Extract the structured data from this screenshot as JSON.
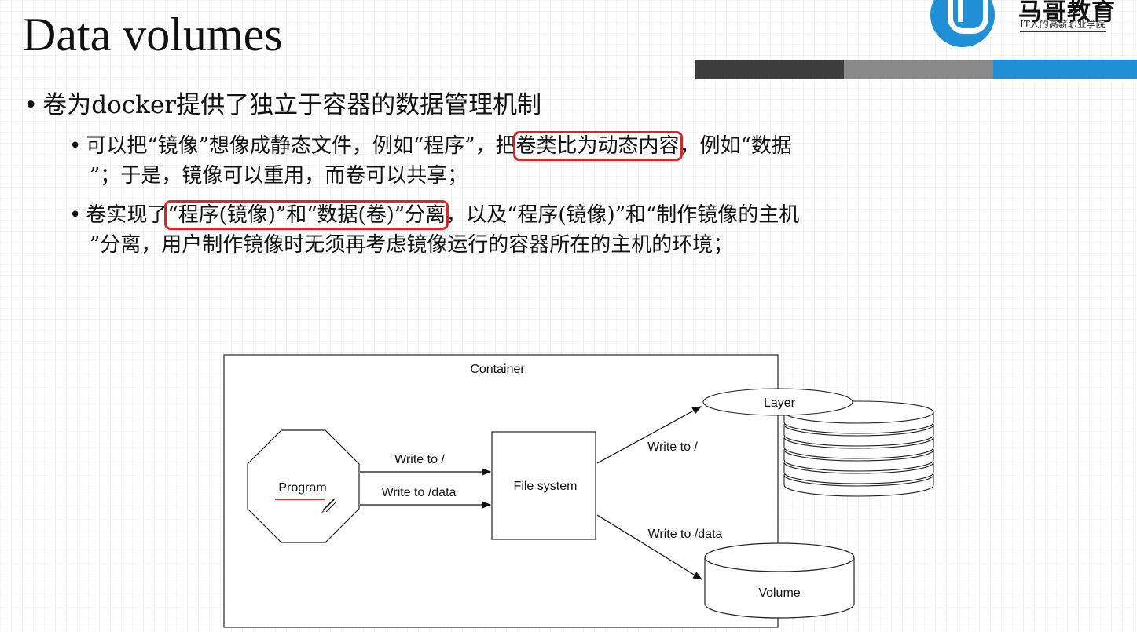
{
  "slide": {
    "title": "Data volumes",
    "logo": {
      "name": "马哥教育",
      "slogan": "IT人的高薪职业学院"
    },
    "bullets": {
      "main": "卷为docker提供了独立于容器的数据管理机制",
      "sub1": {
        "part_a": "可以把“镜像”想像成静态文件，例如“程序”，把",
        "highlight": "卷类比为动态内容",
        "part_b": "，例如“数据",
        "line2": "”；于是，镜像可以重用，而卷可以共享；"
      },
      "sub2": {
        "part_a": "卷实现了",
        "highlight": "“程序(镜像)”和“数据(卷)”分离",
        "part_b": "，以及“程序(镜像)”和“制作镜像的主机",
        "line2": "”分离，用户制作镜像时无须再考虑镜像运行的容器所在的主机的环境；"
      }
    }
  },
  "diagram": {
    "container_label": "Container",
    "program_label": "Program",
    "filesystem_label": "File system",
    "layer_label": "Layer",
    "volume_label": "Volume",
    "write_root_1": "Write to /",
    "write_data_1": "Write to /data",
    "write_root_2": "Write to /",
    "write_data_2": "Write to /data"
  },
  "colors": {
    "highlight_box": "#e02424",
    "accent_blue": "#1f8fd6",
    "bar_dark": "#3d3d3d",
    "bar_gray": "#8a8a8a"
  }
}
